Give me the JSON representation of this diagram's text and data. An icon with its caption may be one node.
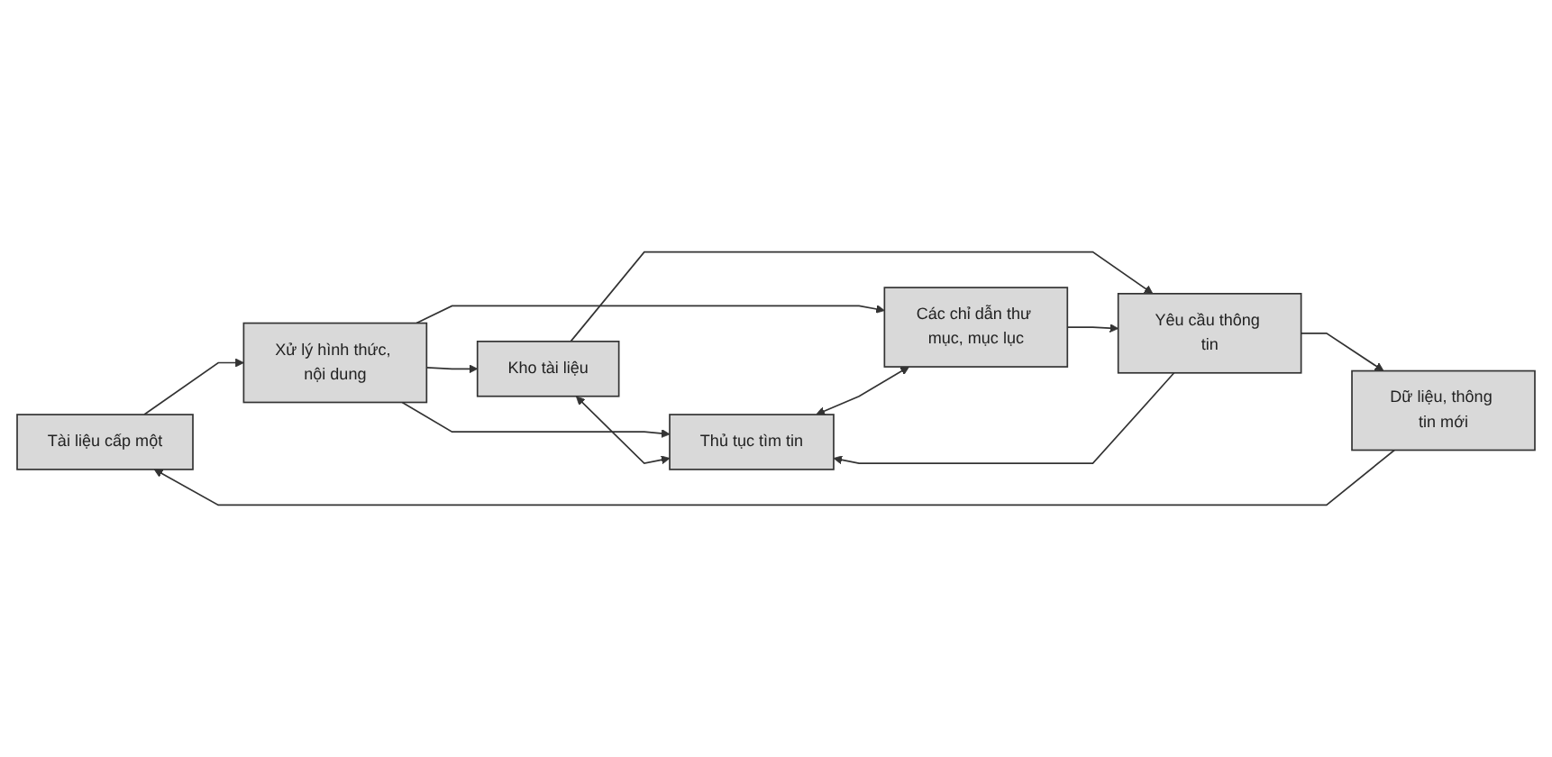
{
  "diagram": {
    "nodes": [
      {
        "text": [
          "Tài liệu cấp một"
        ]
      },
      {
        "text": [
          "Xử lý hình thức, nội dung"
        ]
      },
      {
        "text": [
          "Kho tài liệu"
        ]
      },
      {
        "text": [
          "Thủ tục tìm tin"
        ]
      },
      {
        "text": [
          "Yêu cầu thông tin"
        ]
      },
      {
        "text": [
          "Dữ liệu, thông tin mới"
        ]
      },
      {
        "text": [
          "Các chỉ dẫn thư mục, mục lục"
        ]
      }
    ],
    "edges": [
      {
        "from": 0,
        "to": 1,
        "arrow": "to"
      },
      {
        "from": 1,
        "to": 2,
        "arrow": "to"
      },
      {
        "from": 1,
        "to": 3,
        "arrow": "to"
      },
      {
        "from": 1,
        "to": 6,
        "arrow": "to"
      },
      {
        "from": 2,
        "to": 3,
        "arrow": "both"
      },
      {
        "from": 3,
        "to": 6,
        "arrow": "both"
      },
      {
        "from": 2,
        "to": 4,
        "arrow": "to"
      },
      {
        "from": 4,
        "to": 3,
        "arrow": "to"
      },
      {
        "from": 4,
        "to": 5,
        "arrow": "to"
      },
      {
        "from": 6,
        "to": 4,
        "arrow": "to"
      },
      {
        "from": 5,
        "to": 0,
        "arrow": "to"
      }
    ]
  }
}
